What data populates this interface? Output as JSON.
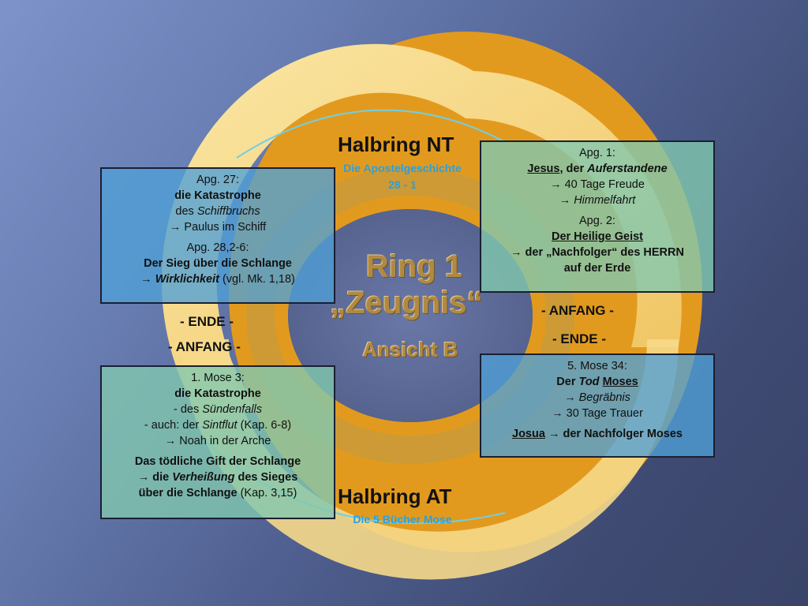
{
  "center": {
    "title": "Ring 1",
    "subtitle": "„Zeugnis“",
    "view": "Ansicht B"
  },
  "nt": {
    "title": "Halbring NT",
    "sub1": "Die Apostelgeschichte",
    "sub2": "28 - 1"
  },
  "at": {
    "title": "Halbring AT",
    "sub1": "Die 5 Bücher Mose"
  },
  "labels": {
    "left_ende": "- ENDE -",
    "left_anfang": "- ANFANG -",
    "right_anfang": "- ANFANG -",
    "right_ende": "- ENDE -"
  },
  "box_top_left": {
    "l1": "Apg. 27:",
    "l2": "die Katastrophe",
    "l3a": "des ",
    "l3b": "Schiffbruchs",
    "l4": "Paulus im Schiff",
    "l5": "Apg. 28,2-6:",
    "l6": "Der Sieg über die Schlange",
    "l7a": "Wirklichkeit",
    "l7b": " (vgl. Mk. 1,18)"
  },
  "box_top_right": {
    "l1": "Apg. 1:",
    "l2a": "Jesus",
    "l2b": ", der ",
    "l2c": "Auferstandene",
    "l3": "40 Tage Freude",
    "l4": "Himmelfahrt",
    "l5": "Apg. 2:",
    "l6": "Der Heilige Geist",
    "l7": "der „Nachfolger“ des HERRN",
    "l8": "auf der Erde"
  },
  "box_bottom_left": {
    "l1": "1. Mose 3:",
    "l2": "die Katastrophe",
    "l3a": "- des ",
    "l3b": "Sündenfalls",
    "l4a": "- auch: der ",
    "l4b": "Sintflut",
    "l4c": " (Kap. 6-8)",
    "l5": "Noah in der Arche",
    "l6": "Das tödliche Gift der Schlange",
    "l7a": "die ",
    "l7b": "Verheißung",
    "l7c": " des Sieges",
    "l8a": "über die Schlange",
    "l8b": " (Kap. 3,15)"
  },
  "box_bottom_right": {
    "l1": "5. Mose 34:",
    "l2a": "Der ",
    "l2b": "Tod",
    "l2c": " ",
    "l2d": "Moses",
    "l3": "Begräbnis",
    "l4": "30 Tage Trauer",
    "l5a": "Josua",
    "l5b": "der Nachfolger Moses"
  },
  "arrow_glyph": "→",
  "colors": {
    "ring_outer": "#e39a1c",
    "ring_inner": "#f6dc84",
    "blue_text": "#2aa1df",
    "box_blue": "#50a0d7",
    "box_green": "#82c8af"
  }
}
